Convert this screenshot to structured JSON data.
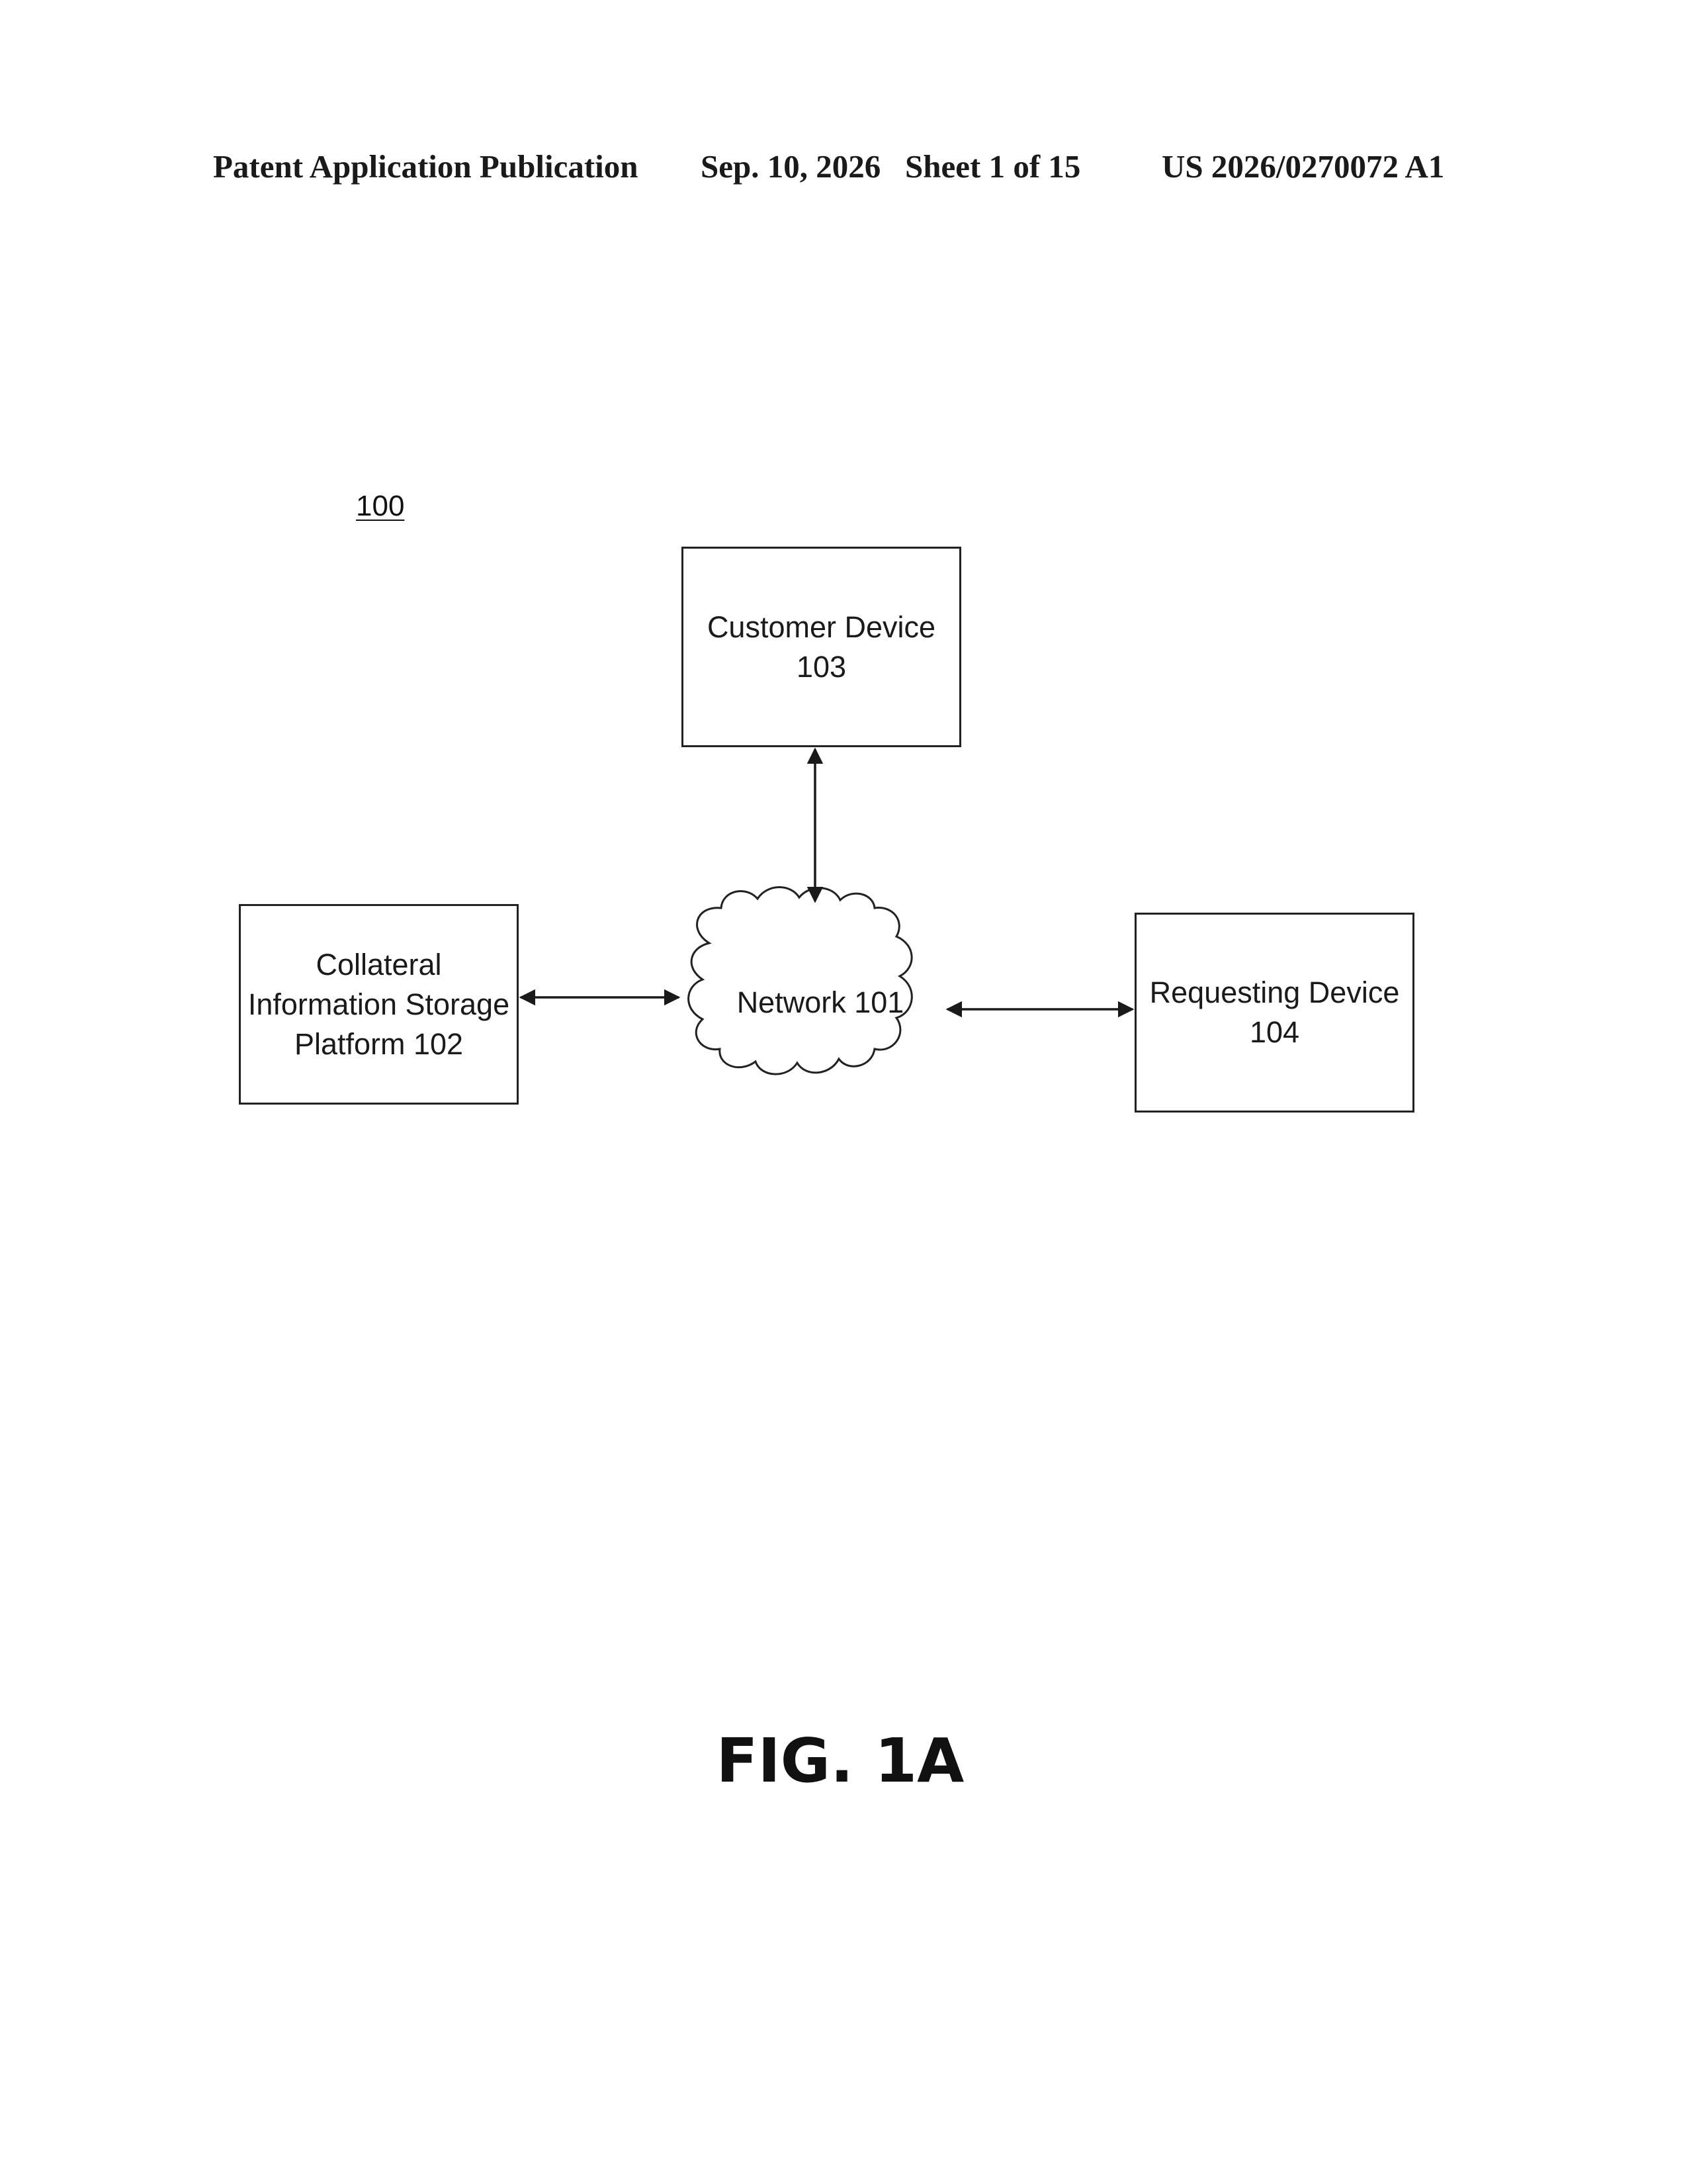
{
  "header": {
    "publication_type": "Patent Application Publication",
    "date": "Sep. 10, 2026",
    "sheet": "Sheet 1 of 15",
    "publication_number": "US 2026/0270072 A1"
  },
  "diagram": {
    "reference_label": "100",
    "nodes": {
      "customer_device": "Customer Device 103",
      "storage_platform": "Collateral Information Storage Platform 102",
      "network": "Network 101",
      "requesting_device": "Requesting Device 104"
    },
    "connections": [
      {
        "from": "customer_device",
        "to": "network",
        "direction": "bidirectional"
      },
      {
        "from": "storage_platform",
        "to": "network",
        "direction": "bidirectional"
      },
      {
        "from": "network",
        "to": "requesting_device",
        "direction": "bidirectional"
      }
    ]
  },
  "figure_label": "FIG. 1A"
}
